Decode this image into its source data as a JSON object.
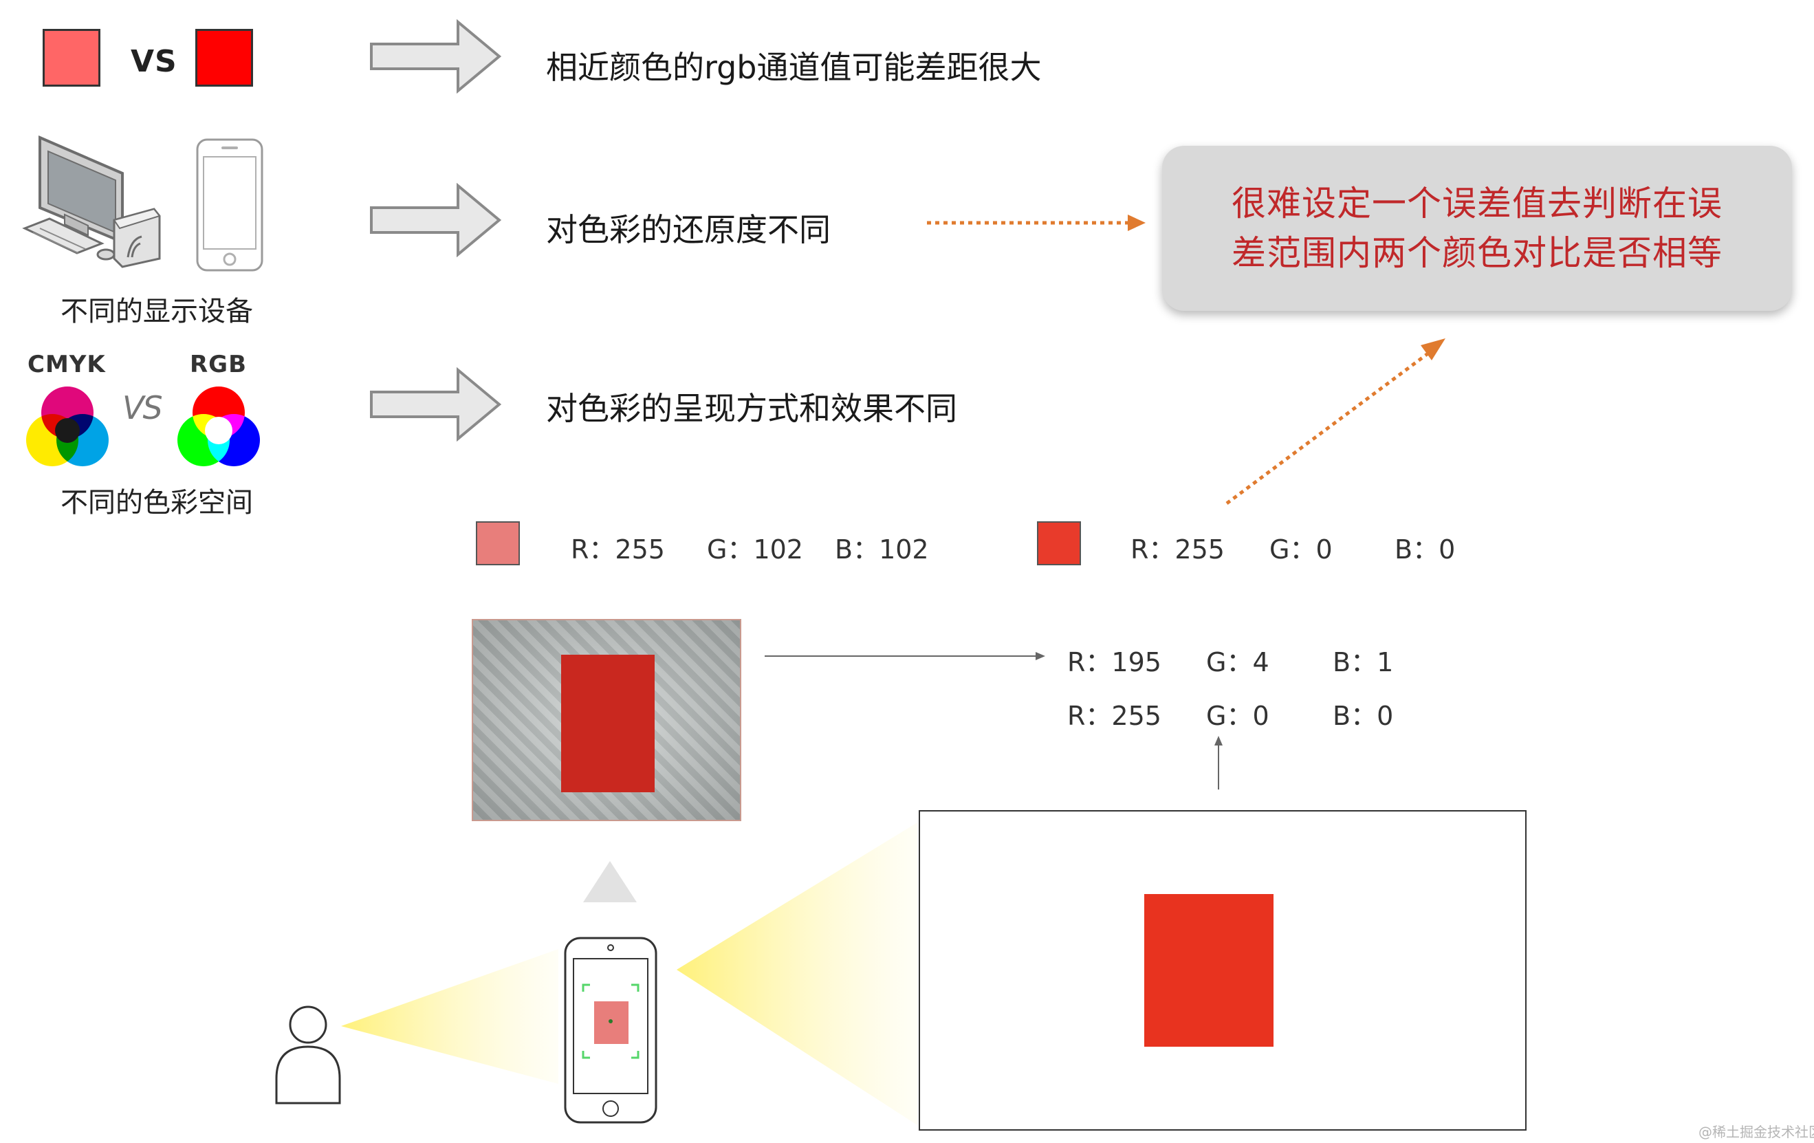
{
  "rows": [
    {
      "text": "相近颜色的rgb通道值可能差距很大"
    },
    {
      "text": "对色彩的还原度不同"
    },
    {
      "text": "对色彩的呈现方式和效果不同"
    }
  ],
  "vs_label": "VS",
  "devices_caption": "不同的显示设备",
  "color_spaces": {
    "left": "CMYK",
    "right": "RGB",
    "vs": "VS",
    "caption": "不同的色彩空间"
  },
  "callout": {
    "line1": "很难设定一个误差值去判断在误",
    "line2": "差范围内两个颜色对比是否相等"
  },
  "swatch_values": [
    {
      "r": "R：255",
      "g": "G：102",
      "b": "B：102",
      "color": "#e87e7b"
    },
    {
      "r": "R：255",
      "g": "G：0",
      "b": "B：0",
      "color": "#e83b2b"
    }
  ],
  "capture_values": {
    "row1": {
      "r": "R：195",
      "g": "G：4",
      "b": "B：1"
    },
    "row2": {
      "r": "R：255",
      "g": "G：0",
      "b": "B：0"
    }
  },
  "colors": {
    "pink": "#ff6666",
    "red": "#ff0000",
    "callout_text": "#c0282a",
    "dotted_arrow": "#e07b2f",
    "light_beam": "#fff17a"
  },
  "watermark": "@稀土掘金技术社区"
}
